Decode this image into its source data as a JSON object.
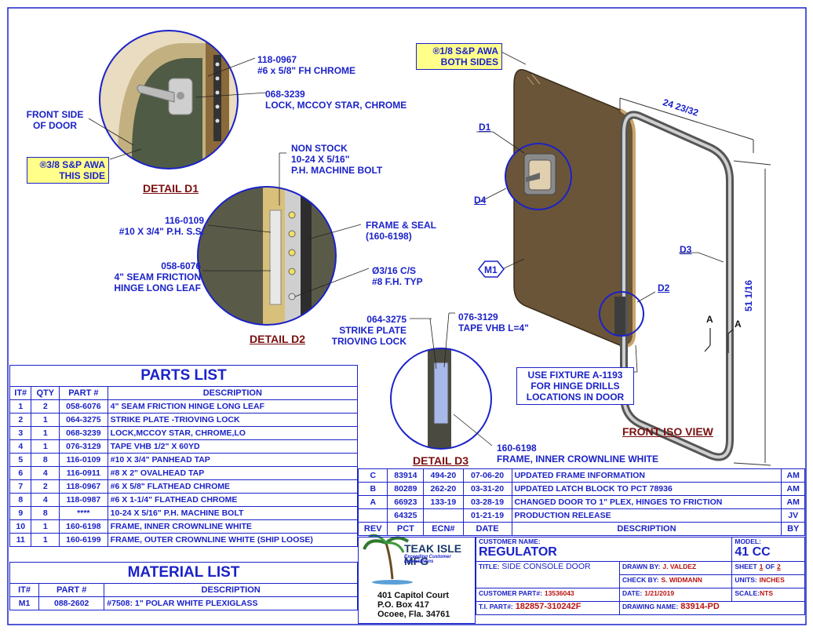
{
  "details": {
    "d1": {
      "title": "DETAIL  D1",
      "front_side": [
        "FRONT SIDE",
        "OF DOOR"
      ],
      "awa_note": [
        "®3/8 S&P AWA",
        "THIS SIDE"
      ],
      "callout_1": [
        "118-0967",
        "#6 x 5/8\" FH CHROME"
      ],
      "callout_2": [
        "068-3239",
        "LOCK, MCCOY STAR, CHROME"
      ]
    },
    "d2": {
      "title": "DETAIL  D2",
      "non_stock": [
        "NON STOCK",
        "10-24 X 5/16\"",
        "P.H. MACHINE BOLT"
      ],
      "tap": [
        "116-0109",
        "#10 X 3/4\" P.H. S.S."
      ],
      "frame_seal": [
        "FRAME & SEAL",
        "(160-6198)"
      ],
      "hinge": [
        "058-6076",
        "4\" SEAM FRICTION",
        "HINGE LONG LEAF"
      ],
      "countersink": [
        "Ø3/16 C/S",
        "#8 F.H. TYP"
      ]
    },
    "d3": {
      "title": "DETAIL  D3",
      "strike": [
        "064-3275",
        "STRIKE PLATE",
        "TRIOVING LOCK"
      ],
      "tape": [
        "076-3129",
        "TAPE VHB L=4\""
      ],
      "frame": [
        "160-6198",
        "FRAME, INNER CROWNLINE WHITE"
      ]
    },
    "iso": {
      "title": "FRONT ISO VIEW",
      "awa_note": [
        "®1/8 S&P AWA",
        "BOTH SIDES"
      ],
      "width_dim": "24 23/32",
      "height_dim": "51 1/16",
      "d1": "D1",
      "d2": "D2",
      "d3": "D3",
      "d4": "D4",
      "m1": "M1",
      "section": "A",
      "fixture_note": [
        "USE FIXTURE A-1193",
        "FOR HINGE DRILLS",
        "LOCATIONS IN DOOR"
      ]
    }
  },
  "parts_list": {
    "title": "PARTS LIST",
    "headers": [
      "IT#",
      "QTY",
      "PART #",
      "DESCRIPTION"
    ],
    "rows": [
      [
        "1",
        "2",
        "058-6076",
        "4\" SEAM FRICTION HINGE LONG LEAF"
      ],
      [
        "2",
        "1",
        "064-3275",
        "STRIKE PLATE -TRIOVING LOCK"
      ],
      [
        "3",
        "1",
        "068-3239",
        "LOCK,MCCOY STAR, CHROME,LO"
      ],
      [
        "4",
        "1",
        "076-3129",
        "TAPE VHB 1/2\" X 60YD"
      ],
      [
        "5",
        "8",
        "116-0109",
        "#10 X 3/4\" PANHEAD TAP"
      ],
      [
        "6",
        "4",
        "116-0911",
        "#8 X 2\" OVALHEAD TAP"
      ],
      [
        "7",
        "2",
        "118-0967",
        "#6 X 5/8\" FLATHEAD CHROME"
      ],
      [
        "8",
        "4",
        "118-0987",
        "#6 X 1-1/4\" FLATHEAD CHROME"
      ],
      [
        "9",
        "8",
        "****",
        "10-24 X 5/16\" P.H. MACHINE BOLT"
      ],
      [
        "10",
        "1",
        "160-6198",
        "FRAME, INNER CROWNLINE WHITE"
      ],
      [
        "11",
        "1",
        "160-6199",
        "FRAME, OUTER CROWNLINE WHITE   (SHIP LOOSE)"
      ]
    ]
  },
  "material_list": {
    "title": "MATERIAL LIST",
    "headers": [
      "IT#",
      "PART #",
      "DESCRIPTION"
    ],
    "rows": [
      [
        "M1",
        "088-2602",
        "#7508: 1\" POLAR WHITE PLEXIGLASS"
      ]
    ]
  },
  "revisions": {
    "headers": [
      "REV",
      "PCT",
      "ECN#",
      "DATE",
      "DESCRIPTION",
      "BY"
    ],
    "rows": [
      [
        "C",
        "83914",
        "494-20",
        "07-06-20",
        "UPDATED FRAME INFORMATION",
        "AM"
      ],
      [
        "B",
        "80289",
        "262-20",
        "03-31-20",
        "UPDATED LATCH BLOCK TO PCT 78936",
        "AM"
      ],
      [
        "A",
        "66923",
        "133-19",
        "03-28-19",
        "CHANGED DOOR TO 1\" PLEX, HINGES TO FRICTION",
        "AM"
      ],
      [
        "",
        "64325",
        "",
        "01-21-19",
        "PRODUCTION RELEASE",
        "JV"
      ]
    ]
  },
  "title_block": {
    "company": "TEAK ISLE MFG",
    "tagline": "Exceeding Customer Expectations",
    "address": [
      "401 Capitol Court",
      "P.O. Box 417",
      "Ocoee, Fla. 34761"
    ],
    "customer_label": "CUSTOMER NAME:",
    "customer": "REGULATOR",
    "model_label": "MODEL:",
    "model": "41 CC",
    "title_label": "TITLE:",
    "title": "SIDE CONSOLE DOOR",
    "drawn_label": "DRAWN BY:",
    "drawn": "J. VALDEZ",
    "check_label": "CHECK BY:",
    "check": "S. WIDMANN",
    "sheet_label": "SHEET",
    "sheet_of": "OF",
    "sheet": "1",
    "sheet_total": "2",
    "units_label": "UNITS:",
    "units": "INCHES",
    "cust_part_label": "CUSTOMER PART#:",
    "cust_part": "13536043",
    "date_label": "DATE:",
    "date": "1/21/2019",
    "scale_label": "SCALE:",
    "scale": "NTS",
    "ti_part_label": "T.I. PART#:",
    "ti_part": "182857-310242F",
    "drawing_label": "DRAWING NAME:",
    "drawing": "83914-PD"
  },
  "colors": {
    "line": "#1b22c8",
    "title": "#7a1010",
    "note_bg": "#ffff8a",
    "door": "#6b5538"
  }
}
